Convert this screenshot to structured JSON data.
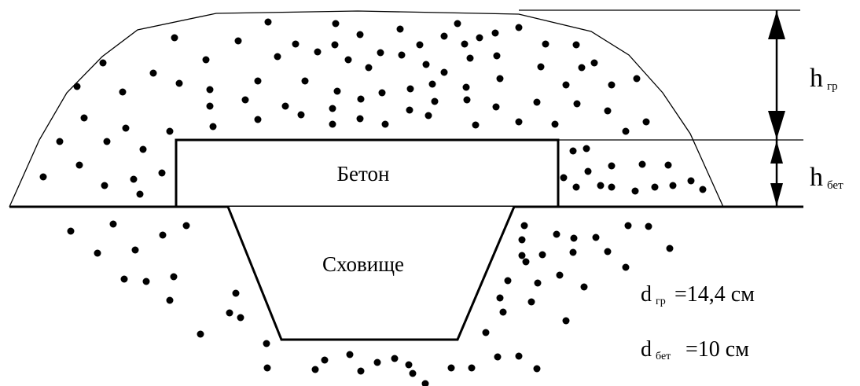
{
  "labels": {
    "concrete": "Бетон",
    "shelter": "Сховище",
    "h_soil_main": "h",
    "h_soil_sub": "гр",
    "h_concrete_main": "h",
    "h_concrete_sub": "бет",
    "d_soil_main": "d",
    "d_soil_sub": "гр",
    "d_soil_value": "=14,4 см",
    "d_concrete_main": "d",
    "d_concrete_sub": "бет",
    "d_concrete_value": "=10 см"
  },
  "colors": {
    "line": "#000000",
    "background": "#ffffff"
  }
}
